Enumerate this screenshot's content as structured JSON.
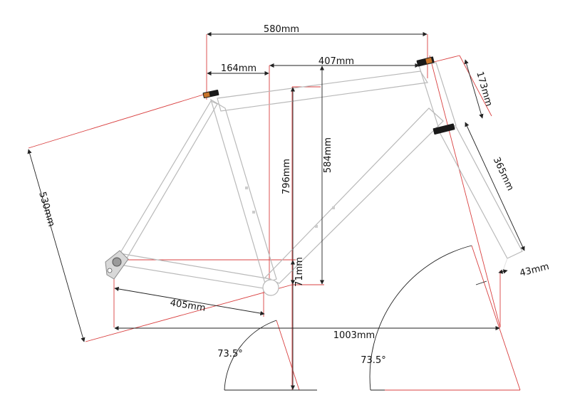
{
  "dimensions": {
    "effective_top_tube": "580mm",
    "stack_offset": "164mm",
    "reach": "407mm",
    "head_tube": "173mm",
    "fork_length": "365mm",
    "fork_offset": "43mm",
    "seat_tube": "530mm",
    "stack_total": "796mm",
    "stack": "584mm",
    "bb_drop": "71mm",
    "chainstay": "405mm",
    "wheelbase": "1003mm",
    "seat_angle": "73.5°",
    "head_angle": "73.5°"
  },
  "colors": {
    "frame": "#b9b9b9",
    "dimension_line": "#222222",
    "reference_line": "#d94040",
    "accent_black": "#1a1a1a",
    "accent_orange": "#c9742a"
  },
  "components": [
    "seat-clamp",
    "headset-top",
    "headset-bottom",
    "rear-dropout",
    "bottom-bracket"
  ]
}
